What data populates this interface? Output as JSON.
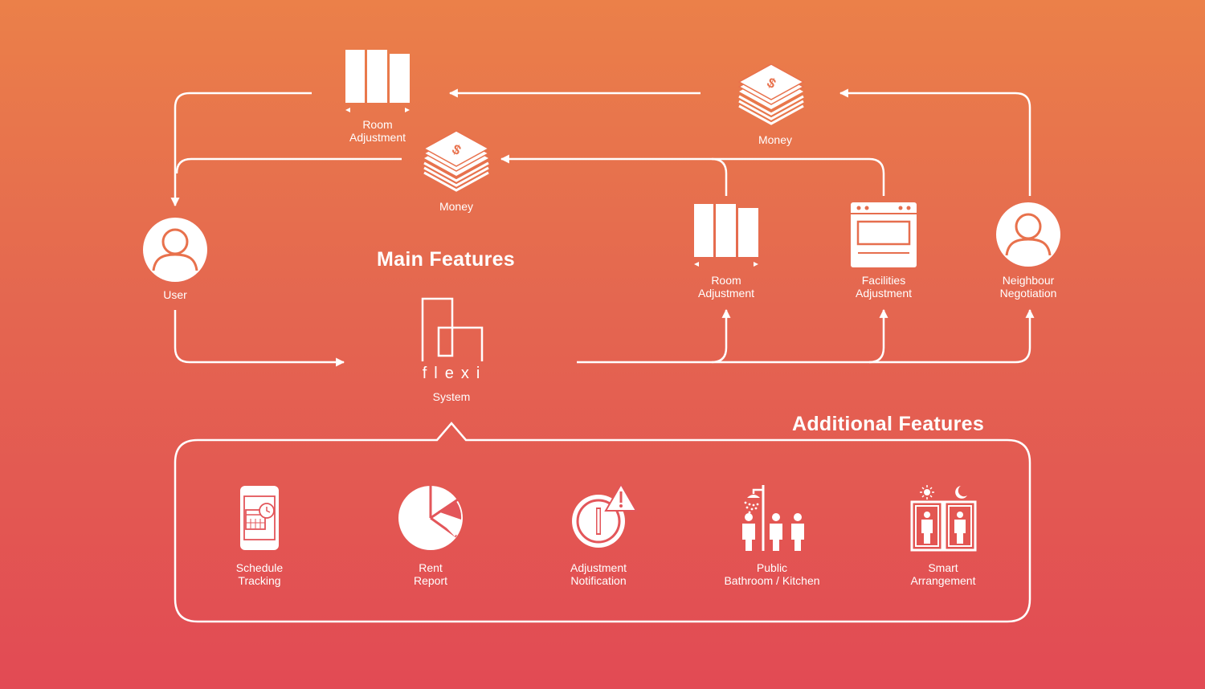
{
  "headings": {
    "main": "Main Features",
    "additional": "Additional Features"
  },
  "system": {
    "logo_text": "flexi",
    "label": "System"
  },
  "nodes": {
    "user": {
      "label": "User",
      "icon": "user-icon"
    },
    "money_left": {
      "label": "Money",
      "icon": "money-stack-icon"
    },
    "money_right": {
      "label": "Money",
      "icon": "money-stack-icon"
    },
    "room_top": {
      "line1": "Room",
      "line2": "Adjustment",
      "icon": "room-panels-icon"
    },
    "room_right": {
      "line1": "Room",
      "line2": "Adjustment",
      "icon": "room-panels-icon"
    },
    "facilities": {
      "line1": "Facilities",
      "line2": "Adjustment",
      "icon": "oven-icon"
    },
    "neighbour": {
      "line1": "Neighbour",
      "line2": "Negotiation",
      "icon": "user-icon"
    }
  },
  "additional_features": [
    {
      "line1": "Schedule",
      "line2": "Tracking",
      "icon": "phone-calendar-icon"
    },
    {
      "line1": "Rent",
      "line2": "Report",
      "icon": "pie-chart-icon"
    },
    {
      "line1": "Adjustment",
      "line2": "Notification",
      "icon": "warning-dial-icon"
    },
    {
      "line1": "Public",
      "line2": "Bathroom / Kitchen",
      "icon": "shared-shower-icon"
    },
    {
      "line1": "Smart",
      "line2": "Arrangement",
      "icon": "day-night-doors-icon"
    }
  ],
  "colors": {
    "gradient_top": "#EB8049",
    "gradient_bottom": "#E24A54",
    "foreground": "#FFFFFF"
  }
}
